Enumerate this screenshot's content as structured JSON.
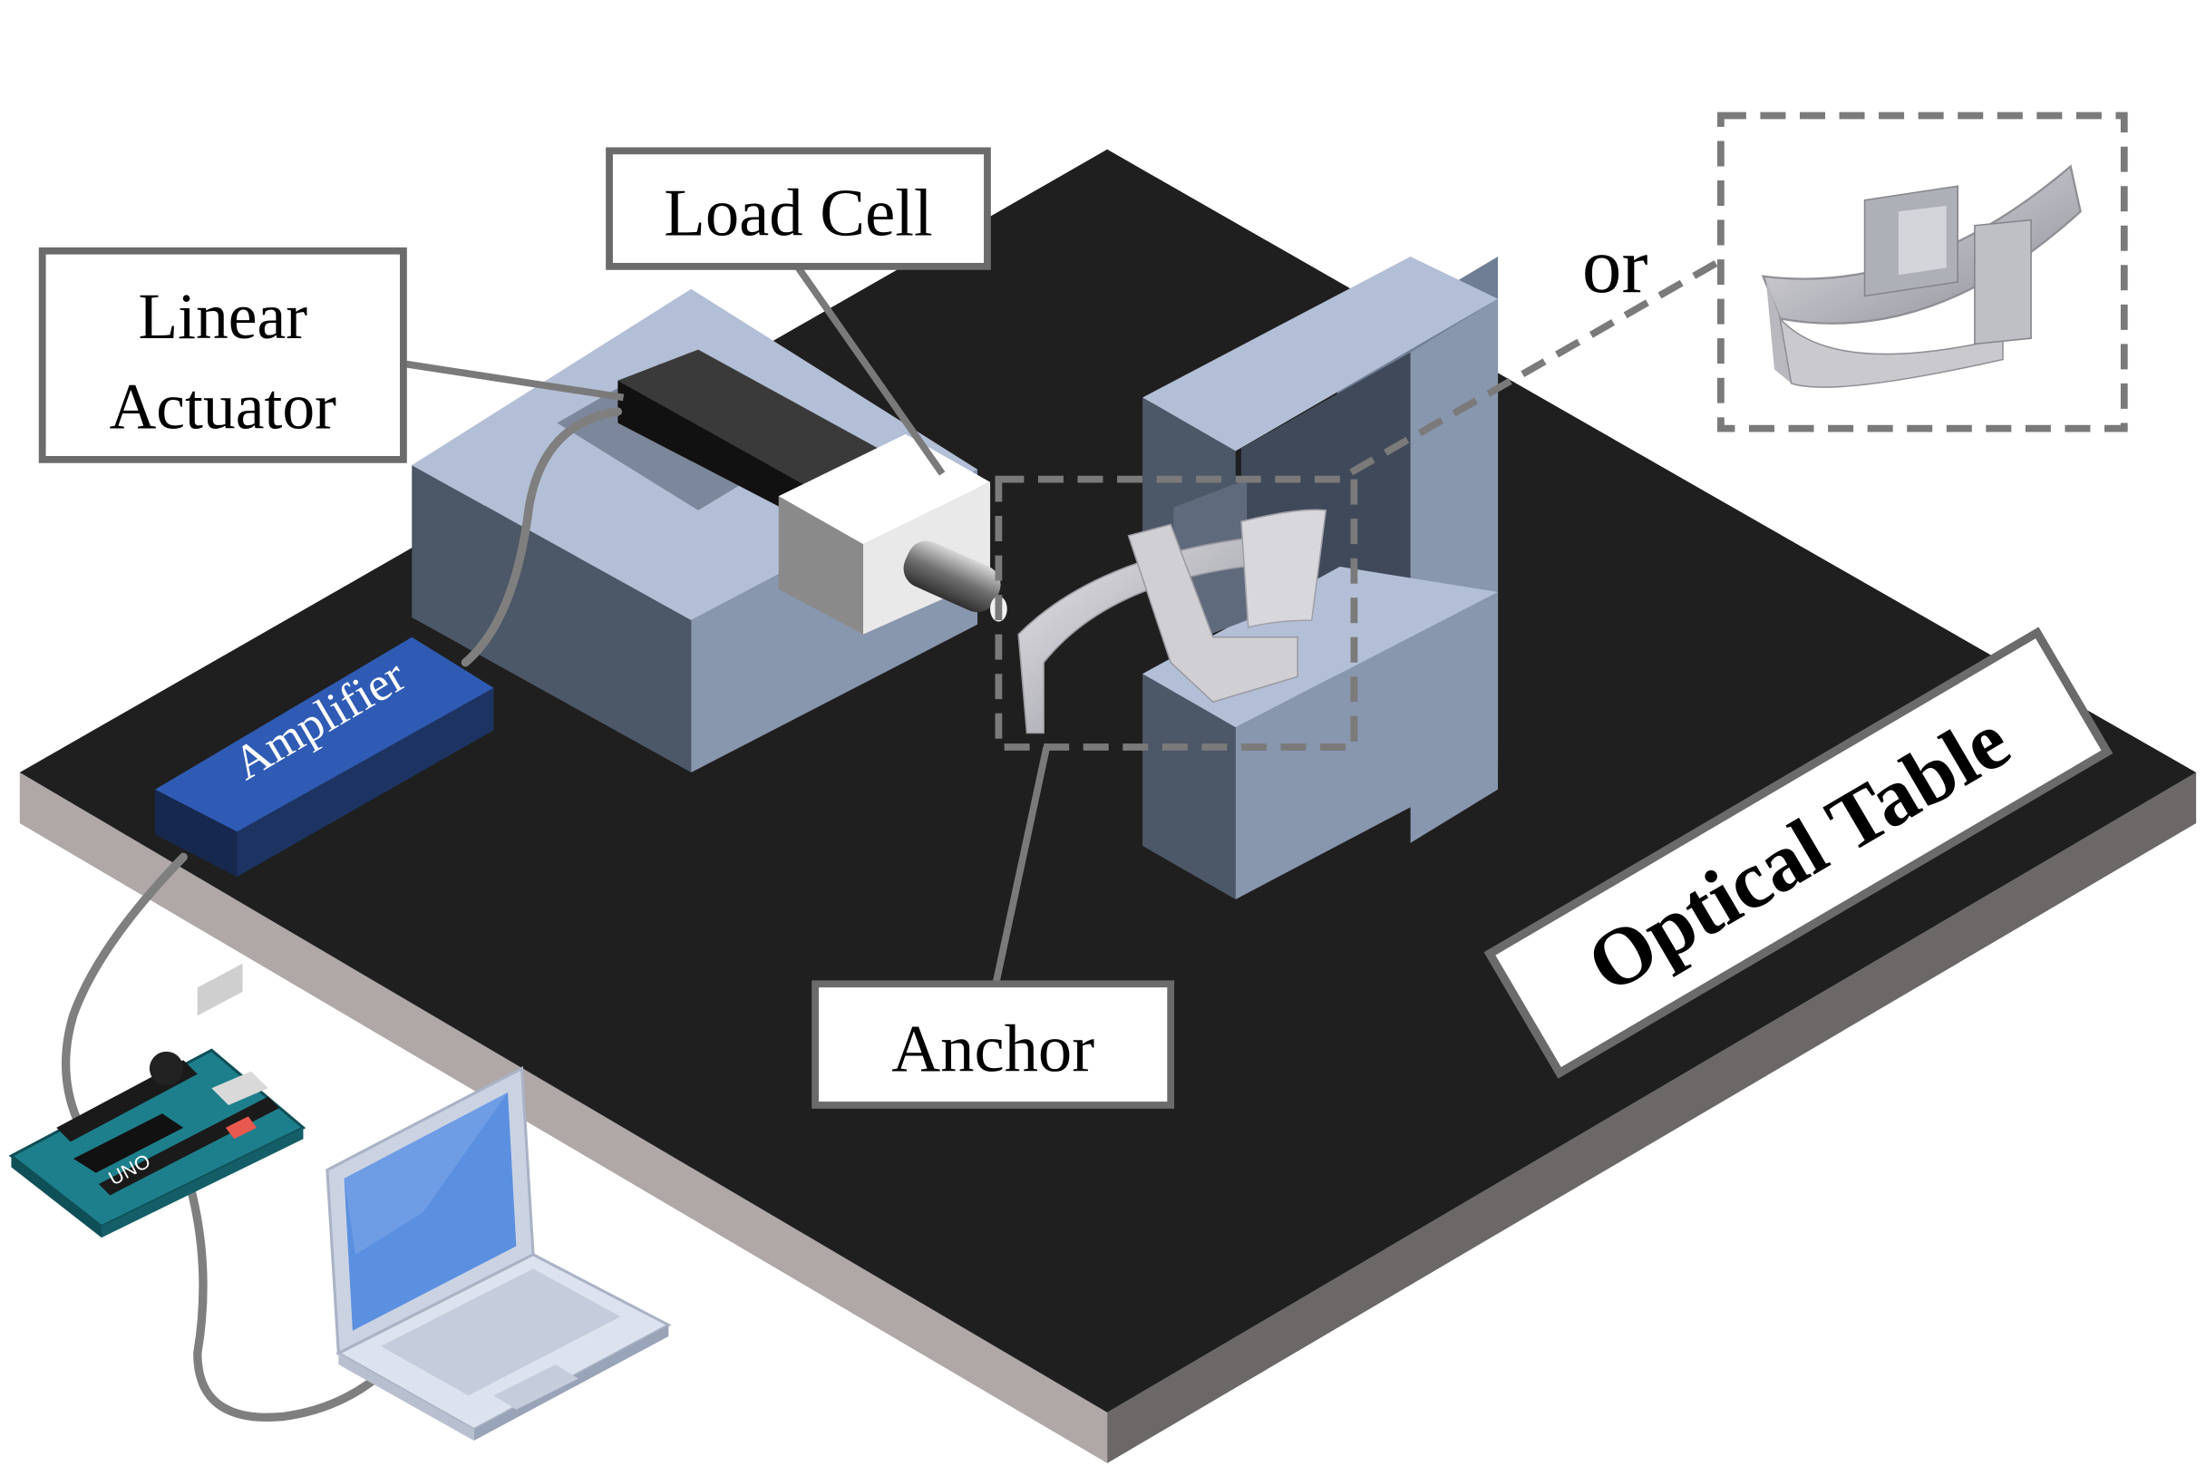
{
  "labels": {
    "load_cell": "Load Cell",
    "linear_actuator_line1": "Linear",
    "linear_actuator_line2": "Actuator",
    "or": "or",
    "amplifier": "Amplifier",
    "anchor": "Anchor",
    "optical_table": "Optical Table",
    "uno": "UNO"
  },
  "colors": {
    "table_top": "#1f1f1f",
    "table_edge_left": "#b0a7a7",
    "table_edge_right": "#6b6867",
    "block_top": "#b3bfd6",
    "block_front": "#4c5767",
    "block_side": "#8896ae",
    "amplifier_blue": "#2f5bb4",
    "label_border": "#6b6b6b",
    "laptop_screen": "#5b8fe0",
    "board_teal": "#1e7f8c"
  }
}
